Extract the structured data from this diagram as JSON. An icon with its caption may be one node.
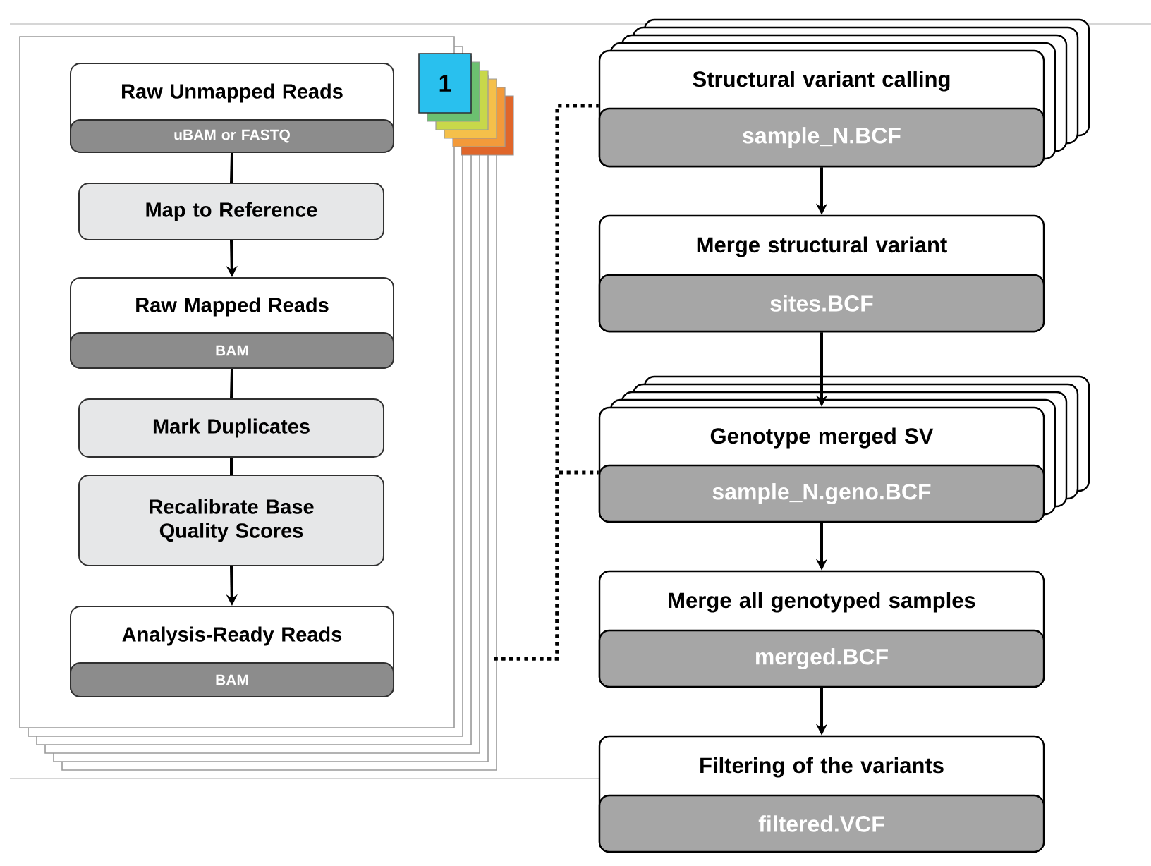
{
  "diagram": {
    "nodes": [
      {
        "text": [],
        "shape": "box"
      },
      {
        "text": [
          "1"
        ]
      },
      {
        "text": [
          "Raw Unmapped Reads",
          "uBAM or FASTQ"
        ],
        "in": 0
      },
      {
        "text": [
          "Map to Reference"
        ],
        "in": 0
      },
      {
        "text": [
          "Raw Mapped Reads",
          "BAM"
        ],
        "in": 0
      },
      {
        "text": [
          "Mark Duplicates"
        ],
        "in": 0
      },
      {
        "text": [
          "Recalibrate Base Quality Scores"
        ],
        "in": 0
      },
      {
        "text": [
          "Analysis-Ready Reads",
          "BAM"
        ],
        "in": 0
      },
      {
        "text": [
          "Structural variant calling",
          "sample_N.BCF"
        ]
      },
      {
        "text": [
          "Merge structural variant",
          "sites.BCF"
        ]
      },
      {
        "text": [
          "Genotype merged SV",
          "sample_N.geno.BCF"
        ]
      },
      {
        "text": [
          "Merge all genotyped samples",
          "merged.BCF"
        ]
      },
      {
        "text": [
          "Filtering of the variants",
          "filtered.VCF"
        ]
      }
    ],
    "edges": [
      {
        "from": 2,
        "to": 3,
        "arrow": "none"
      },
      {
        "from": 3,
        "to": 4,
        "arrow": "to"
      },
      {
        "from": 4,
        "to": 5,
        "arrow": "none"
      },
      {
        "from": 5,
        "to": 6,
        "arrow": "none"
      },
      {
        "from": 6,
        "to": 7,
        "arrow": "to"
      },
      {
        "from": 8,
        "to": 9,
        "arrow": "to"
      },
      {
        "from": 9,
        "to": 10,
        "arrow": "to"
      },
      {
        "from": 10,
        "to": 11,
        "arrow": "to"
      },
      {
        "from": 11,
        "to": 12,
        "arrow": "to"
      },
      {
        "from": 0,
        "to": 8,
        "arrow": "none",
        "style": "dashed"
      },
      {
        "from": 0,
        "to": 10,
        "arrow": "none",
        "style": "dashed"
      }
    ]
  }
}
